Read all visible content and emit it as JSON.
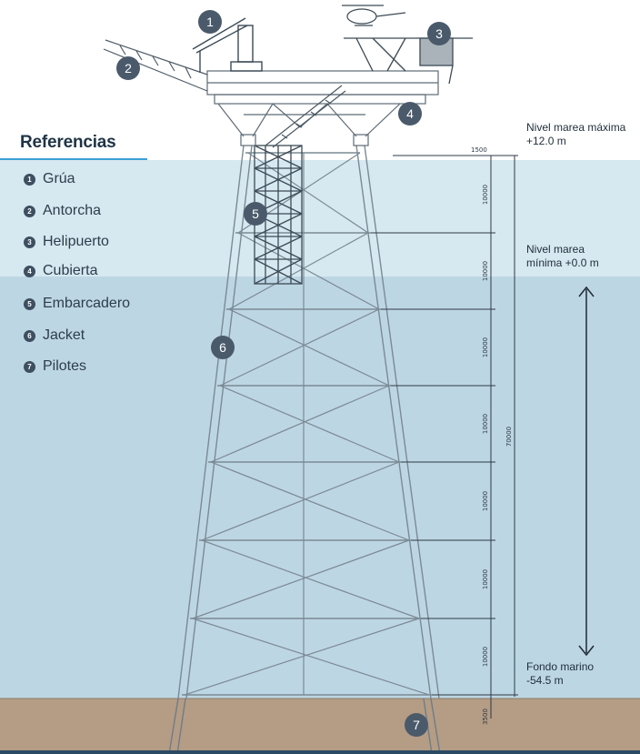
{
  "references": {
    "title": "Referencias",
    "items": [
      {
        "num": "1",
        "label": "Grúa"
      },
      {
        "num": "2",
        "label": "Antorcha"
      },
      {
        "num": "3",
        "label": "Helipuerto"
      },
      {
        "num": "4",
        "label": "Cubierta"
      },
      {
        "num": "5",
        "label": "Embarcadero"
      },
      {
        "num": "6",
        "label": "Jacket"
      },
      {
        "num": "7",
        "label": "Pilotes"
      }
    ]
  },
  "levels": {
    "max_tide": {
      "label": "Nivel marea máxima",
      "value": "+12.0 m"
    },
    "min_tide": {
      "label": "Nivel marea",
      "label2": "mínima +0.0 m"
    },
    "seabed": {
      "label": "Fondo marino",
      "value": "-54.5 m"
    }
  },
  "dimensions": {
    "top": "1500",
    "segments": [
      "10000",
      "10000",
      "10000",
      "10000",
      "10000",
      "10000",
      "10000"
    ],
    "base": "3500",
    "total": "70000"
  },
  "colors": {
    "sky": "#ffffff",
    "upper_water": "#d6e8f0",
    "lower_water": "#bdd6e4",
    "seabed": "#b49c85",
    "structure": "#7f8f99",
    "badge": "#4a5a6b"
  }
}
